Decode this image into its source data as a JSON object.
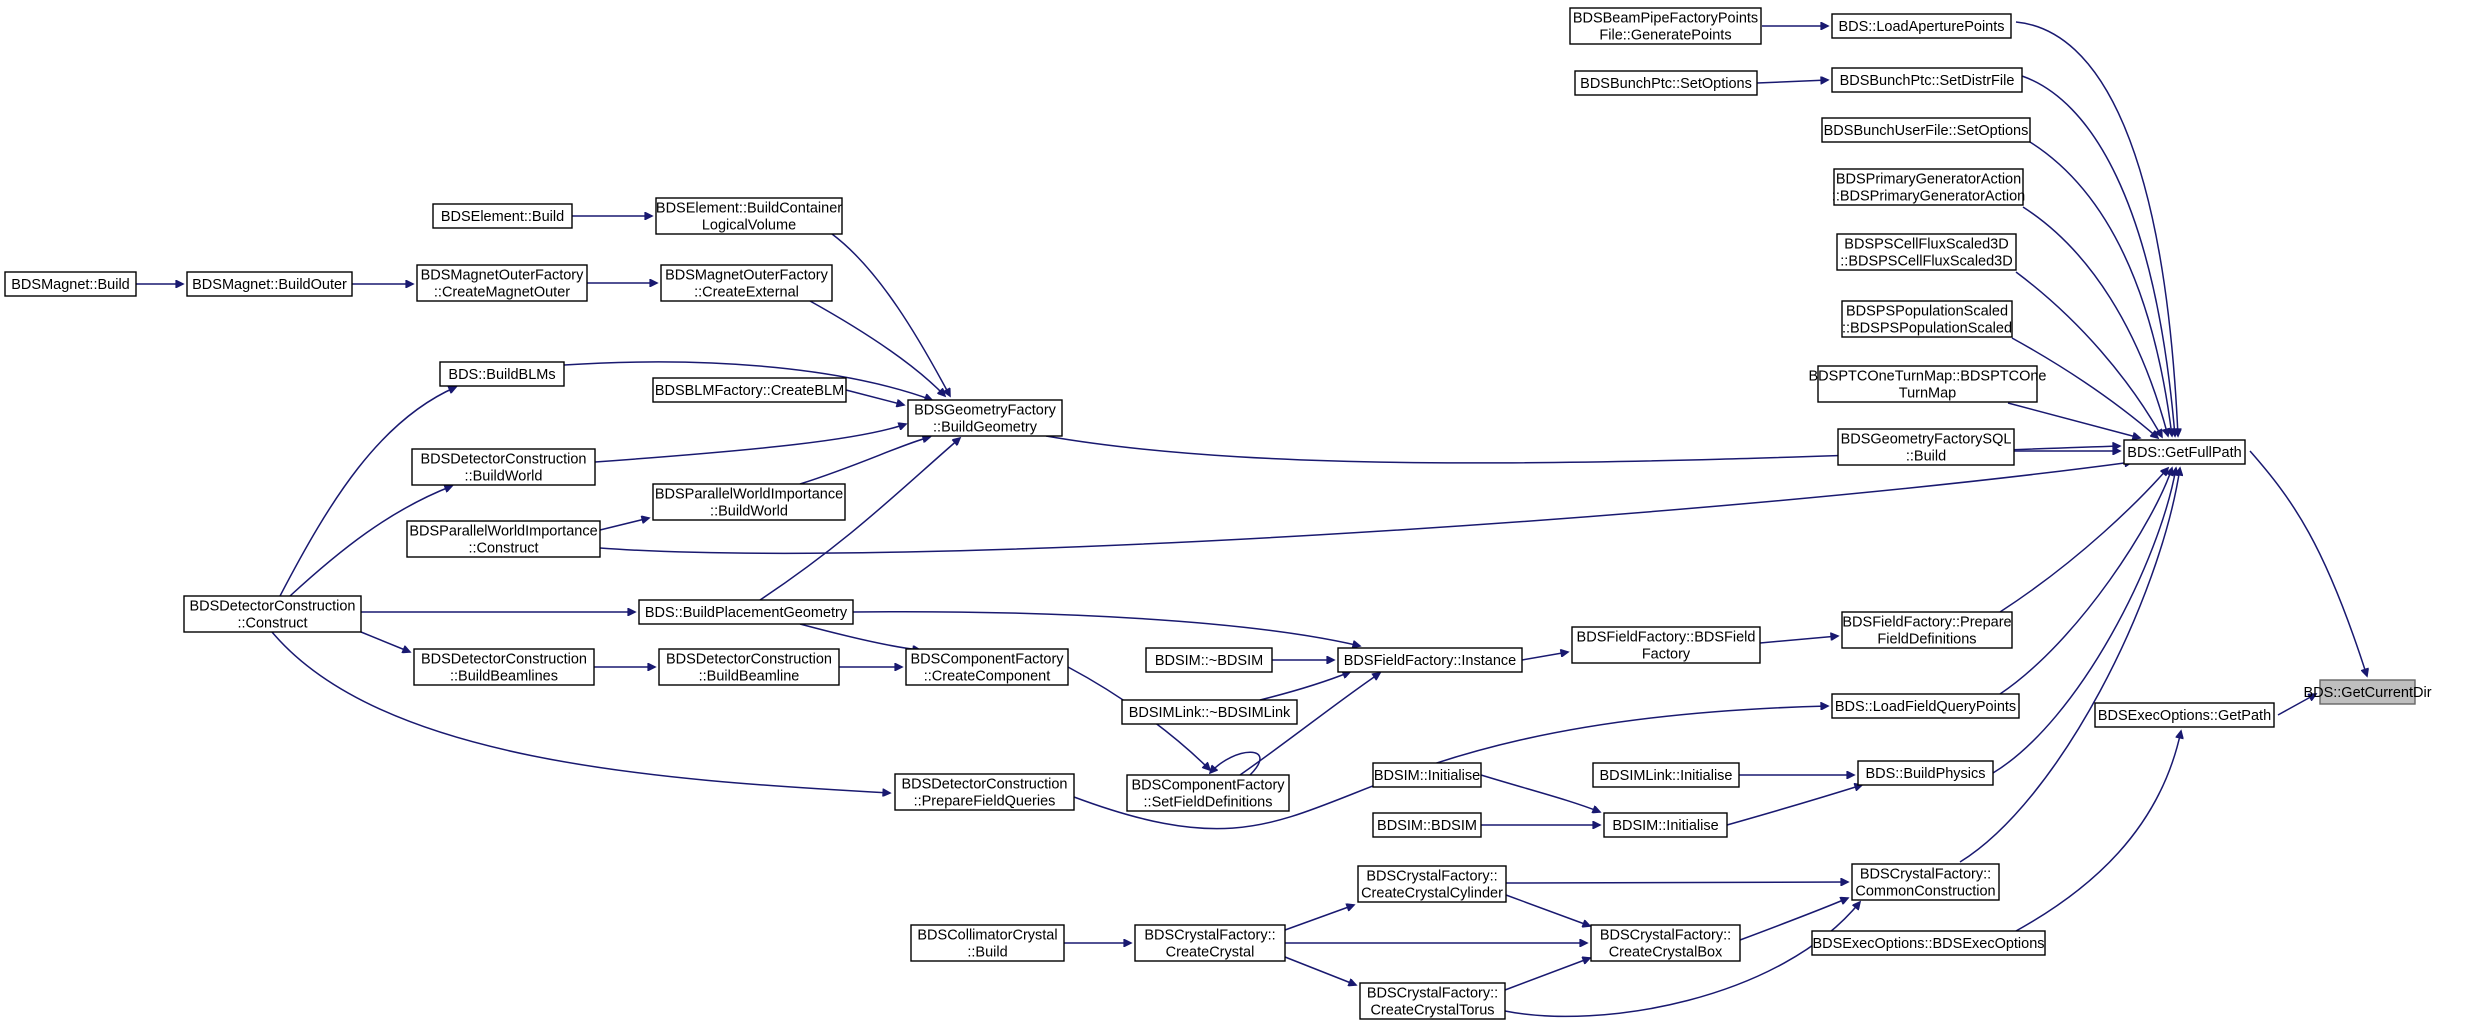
{
  "diagram": {
    "type": "call-graph",
    "colors": {
      "edge": "#191970",
      "node_border": "#000000",
      "node_fill": "#ffffff",
      "root_fill": "#bfbfbf",
      "root_border": "#666666"
    },
    "nodes": [
      {
        "id": "getcurrentdir",
        "lines": [
          "BDS::GetCurrentDir"
        ],
        "root": true
      },
      {
        "id": "getfullpath",
        "lines": [
          "BDS::GetFullPath"
        ]
      },
      {
        "id": "execopt_getpath",
        "lines": [
          "BDSExecOptions::GetPath"
        ]
      },
      {
        "id": "execopt_ctor",
        "lines": [
          "BDSExecOptions::BDSExecOptions"
        ]
      },
      {
        "id": "loadaperture",
        "lines": [
          "BDS::LoadAperturePoints"
        ]
      },
      {
        "id": "beampipe_gen",
        "lines": [
          "BDSBeamPipeFactoryPoints",
          "File::GeneratePoints"
        ]
      },
      {
        "id": "setdistrfile",
        "lines": [
          "BDSBunchPtc::SetDistrFile"
        ]
      },
      {
        "id": "bunchptc_setopt",
        "lines": [
          "BDSBunchPtc::SetOptions"
        ]
      },
      {
        "id": "bunchuser_setopt",
        "lines": [
          "BDSBunchUserFile::SetOptions"
        ]
      },
      {
        "id": "primgen",
        "lines": [
          "BDSPrimaryGeneratorAction",
          "::BDSPrimaryGeneratorAction"
        ]
      },
      {
        "id": "pscell",
        "lines": [
          "BDSPSCellFluxScaled3D",
          "::BDSPSCellFluxScaled3D"
        ]
      },
      {
        "id": "pspop",
        "lines": [
          "BDSPSPopulationScaled",
          "::BDSPSPopulationScaled"
        ]
      },
      {
        "id": "ptconeturn",
        "lines": [
          "BDSPTCOneTurnMap::BDSPTCOne",
          "TurnMap"
        ]
      },
      {
        "id": "geomsql",
        "lines": [
          "BDSGeometryFactorySQL",
          "::Build"
        ]
      },
      {
        "id": "preparefield",
        "lines": [
          "BDSFieldFactory::Prepare",
          "FieldDefinitions"
        ]
      },
      {
        "id": "loadfieldquery",
        "lines": [
          "BDS::LoadFieldQueryPoints"
        ]
      },
      {
        "id": "buildphysics",
        "lines": [
          "BDS::BuildPhysics"
        ]
      },
      {
        "id": "commonconstr",
        "lines": [
          "BDSCrystalFactory::",
          "CommonConstruction"
        ]
      },
      {
        "id": "fieldfactory_ctor",
        "lines": [
          "BDSFieldFactory::BDSField",
          "Factory"
        ]
      },
      {
        "id": "fieldfactory_instance",
        "lines": [
          "BDSFieldFactory::Instance"
        ]
      },
      {
        "id": "bdsim_dtor",
        "lines": [
          "BDSIM::~BDSIM"
        ]
      },
      {
        "id": "bdsimlink_dtor",
        "lines": [
          "BDSIMLink::~BDSIMLink"
        ]
      },
      {
        "id": "setfielddefs",
        "lines": [
          "BDSComponentFactory",
          "::SetFieldDefinitions"
        ]
      },
      {
        "id": "bdsimlink_init",
        "lines": [
          "BDSIMLink::Initialise"
        ]
      },
      {
        "id": "bdsim_init",
        "lines": [
          "BDSIM::Initialise"
        ]
      },
      {
        "id": "bdsim_init2",
        "lines": [
          "BDSIM::Initialise"
        ]
      },
      {
        "id": "bdsim_ctor",
        "lines": [
          "BDSIM::BDSIM"
        ]
      },
      {
        "id": "crystalbox",
        "lines": [
          "BDSCrystalFactory::",
          "CreateCrystalBox"
        ]
      },
      {
        "id": "crystalcyl",
        "lines": [
          "BDSCrystalFactory::",
          "CreateCrystalCylinder"
        ]
      },
      {
        "id": "crystaltorus",
        "lines": [
          "BDSCrystalFactory::",
          "CreateCrystalTorus"
        ]
      },
      {
        "id": "createcrystal",
        "lines": [
          "BDSCrystalFactory::",
          "CreateCrystal"
        ]
      },
      {
        "id": "collcrystal",
        "lines": [
          "BDSCollimatorCrystal",
          "::Build"
        ]
      },
      {
        "id": "buildgeometry",
        "lines": [
          "BDSGeometryFactory",
          "::BuildGeometry"
        ]
      },
      {
        "id": "buildcontainer",
        "lines": [
          "BDSElement::BuildContainer",
          "LogicalVolume"
        ]
      },
      {
        "id": "element_build",
        "lines": [
          "BDSElement::Build"
        ]
      },
      {
        "id": "createexternal",
        "lines": [
          "BDSMagnetOuterFactory",
          "::CreateExternal"
        ]
      },
      {
        "id": "createmagnetouter",
        "lines": [
          "BDSMagnetOuterFactory",
          "::CreateMagnetOuter"
        ]
      },
      {
        "id": "buildouter",
        "lines": [
          "BDSMagnet::BuildOuter"
        ]
      },
      {
        "id": "magnet_build",
        "lines": [
          "BDSMagnet::Build"
        ]
      },
      {
        "id": "buildblms",
        "lines": [
          "BDS::BuildBLMs"
        ]
      },
      {
        "id": "createblm",
        "lines": [
          "BDSBLMFactory::CreateBLM"
        ]
      },
      {
        "id": "dc_buildworld",
        "lines": [
          "BDSDetectorConstruction",
          "::BuildWorld"
        ]
      },
      {
        "id": "pwi_buildworld",
        "lines": [
          "BDSParallelWorldImportance",
          "::BuildWorld"
        ]
      },
      {
        "id": "pwi_construct",
        "lines": [
          "BDSParallelWorldImportance",
          "::Construct"
        ]
      },
      {
        "id": "dc_construct",
        "lines": [
          "BDSDetectorConstruction",
          "::Construct"
        ]
      },
      {
        "id": "buildplacement",
        "lines": [
          "BDS::BuildPlacementGeometry"
        ]
      },
      {
        "id": "dc_buildbeamlines",
        "lines": [
          "BDSDetectorConstruction",
          "::BuildBeamlines"
        ]
      },
      {
        "id": "dc_buildbeamline",
        "lines": [
          "BDSDetectorConstruction",
          "::BuildBeamline"
        ]
      },
      {
        "id": "createcomponent",
        "lines": [
          "BDSComponentFactory",
          "::CreateComponent"
        ]
      },
      {
        "id": "preparefieldqueries",
        "lines": [
          "BDSDetectorConstruction",
          "::PrepareFieldQueries"
        ]
      }
    ]
  }
}
